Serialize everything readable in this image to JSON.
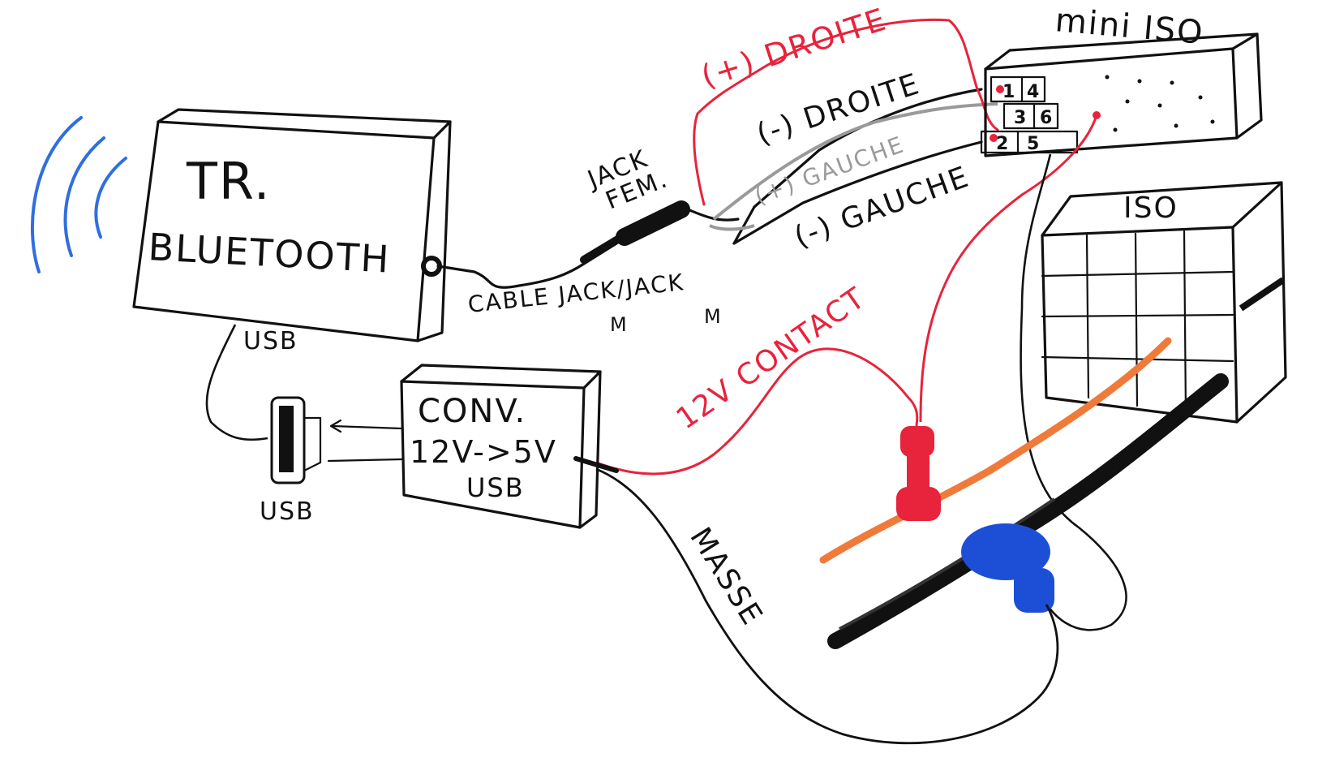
{
  "labels": {
    "tr_line1": "TR.",
    "tr_line2": "BLUETOOTH",
    "usb_top": "USB",
    "usb_bottom": "USB",
    "cable_jack": "CABLE JACK/JACK",
    "cable_m1": "M",
    "cable_m2": "M",
    "jack_fem_1": "JACK",
    "jack_fem_2": "FEM.",
    "conv_1": "CONV.",
    "conv_2": "12V->5V",
    "conv_3": "USB",
    "masse": "MASSE",
    "contact": "12V CONTACT",
    "plus_droite": "(+) DROITE",
    "minus_droite": "(-) DROITE",
    "plus_gauche": "(+) GAUCHE",
    "minus_gauche": "(-) GAUCHE",
    "mini_iso": "mini ISO",
    "iso": "ISO",
    "pin_1": "1",
    "pin_4": "4",
    "pin_3": "3",
    "pin_6": "6",
    "pin_2": "2",
    "pin_5": "5"
  },
  "colors": {
    "ink": "#111111",
    "signal_red": "#e8233c",
    "gauche_gray": "#9a9a9a",
    "bluetooth_waves": "#2f6ee0",
    "wire_orange": "#f07a3a",
    "connector_blue": "#1d4fd6"
  }
}
